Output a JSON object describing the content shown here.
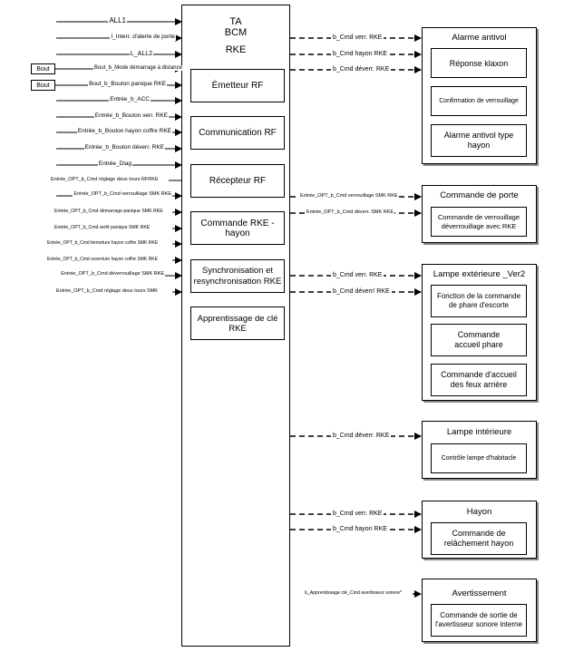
{
  "bcm": {
    "title_1": "TA",
    "title_2": "BCM",
    "title_3": "RKE"
  },
  "modules": [
    {
      "label": "Émetteur RF"
    },
    {
      "label": "Communication RF"
    },
    {
      "label": "Récepteur RF"
    },
    {
      "label": "Commande RKE - hayon"
    },
    {
      "label": "Synchronisation et resynchronisation RKE"
    },
    {
      "label": "Apprentissage de clé RKE"
    }
  ],
  "bout_boxes": [
    "Bout",
    "Bout"
  ],
  "inputs": [
    {
      "label": "ALL1"
    },
    {
      "label": "I_Interr. d'alerte de porte"
    },
    {
      "label": "L_ALL2"
    },
    {
      "label": "Bout_b_Mode démarrage à distance"
    },
    {
      "label": "Bout_b_Bouton panique RKE"
    },
    {
      "label": "Entrée_b_ACC"
    },
    {
      "label": "Entrée_b_Bouton verr. RKE"
    },
    {
      "label": "Entrée_b_Bouton hayon coffre RKE"
    },
    {
      "label": "Entrée_b_Bouton déverr. RKE"
    },
    {
      "label": "Entrée_Diag"
    },
    {
      "label": "Entrée_OPT_b_Cmd réglage deux tours RFRKE"
    },
    {
      "label": "Entrée_OPT_b_Cmd verrouillage SMK RKE"
    },
    {
      "label": "Entrée_OPT_b_Cmd démarrage panique SMK RKE"
    },
    {
      "label": "Entrée_OPT_b_Cmd arrêt panique SMK RKE"
    },
    {
      "label": "Entrée_OPT_b_Cmd fermeture hayon coffre SMK RKE"
    },
    {
      "label": "Entrée_OPT_b_Cmd ouverture hayon coffre SMK RKE"
    },
    {
      "label": "Entrée_OPT_b_Cmd déverrouillage SMK RKE"
    },
    {
      "label": "Entrée_OPT_b_Cmd réglage deux tours SMK"
    }
  ],
  "outputs": [
    {
      "label": "b_Cmd verr. RKE"
    },
    {
      "label": "b_Cmd hayon RKE"
    },
    {
      "label": "b_Cmd déverr. RKE"
    },
    {
      "label": "Entrée_OPT_b_Cmd verrouillage SMK RKE"
    },
    {
      "label": "Entrée_OPT_b_Cmd déverr. SMK RKE"
    },
    {
      "label": "b_Cmd verr. RKE"
    },
    {
      "label": "b_Cmd déverr/ RKE"
    },
    {
      "label": "b_Cmd déverr. RKE"
    },
    {
      "label": "b_Cmd verr. RKE"
    },
    {
      "label": "b_Cmd hayon RKE"
    },
    {
      "label": "b_Apprentissage clé_Cmd avertisseur sonore*"
    }
  ],
  "groups": [
    {
      "title": "Alarme antivol",
      "items": [
        "Réponse klaxon",
        "Confirmation de verrouillage",
        "Alarme antivol type hayon"
      ]
    },
    {
      "title": "Commande de porte",
      "items": [
        "Commande de verrouillage déverrouillage avec RKE"
      ]
    },
    {
      "title": "Lampe extérieure _Ver2",
      "items": [
        "Fonction de la commande de phare d'escorte",
        "Commande accueil phare",
        "Commande d'accueil des feux arrière"
      ]
    },
    {
      "title": "Lampe intérieure",
      "items": [
        "Contrôle lampe d'habitacle"
      ]
    },
    {
      "title": "Hayon",
      "items": [
        "Commande de relâchement hayon"
      ]
    },
    {
      "title": "Avertissement",
      "items": [
        "Commande de sortie de l'avertisseur sonore interne"
      ]
    }
  ]
}
